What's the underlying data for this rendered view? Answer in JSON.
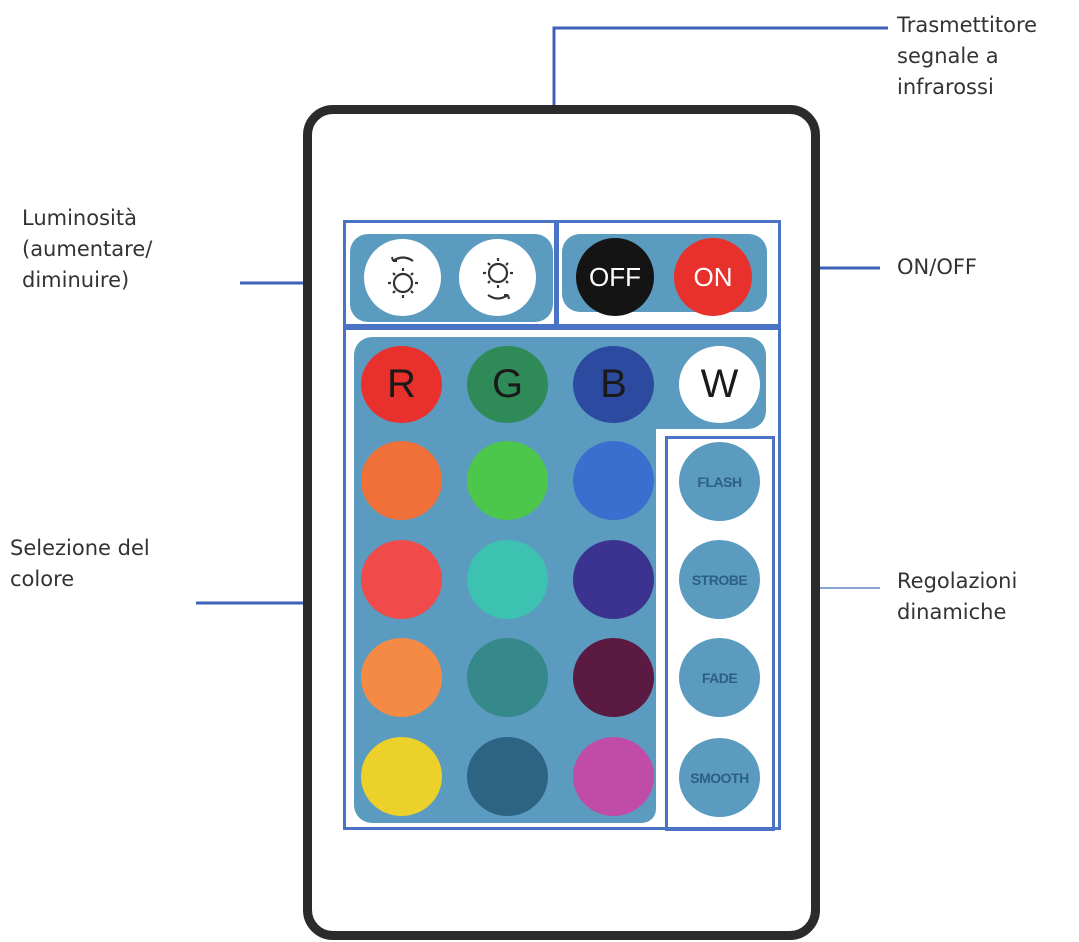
{
  "callouts": {
    "infrared": [
      "Trasmettitore",
      "segnale a",
      "infrarossi"
    ],
    "brightness": [
      "Luminosità",
      "(aumentare/",
      "diminuire)"
    ],
    "power": [
      "ON/OFF"
    ],
    "color": [
      "Selezione del",
      "colore"
    ],
    "dynamic": [
      "Regolazioni",
      "dinamiche"
    ]
  },
  "buttons": {
    "brightness": [
      "brightness-up-icon",
      "brightness-down-icon"
    ],
    "off_label": "OFF",
    "on_label": "ON",
    "rgbw": [
      {
        "label": "R",
        "color": "#e8312c"
      },
      {
        "label": "G",
        "color": "#2e8b57"
      },
      {
        "label": "B",
        "color": "#2b4aa0"
      },
      {
        "label": "W",
        "color": "#ffffff"
      }
    ],
    "color_grid": [
      [
        "#f0703a",
        "#4cc74c",
        "#3a6fd0"
      ],
      [
        "#f04a4a",
        "#3dc1b0",
        "#3b338f"
      ],
      [
        "#f58a45",
        "#35898a",
        "#5a1a42"
      ],
      [
        "#ecd12a",
        "#2d6383",
        "#c04ca8"
      ]
    ],
    "dynamic": [
      "FLASH",
      "STROBE",
      "FADE",
      "SMOOTH"
    ]
  },
  "colors": {
    "panel": "#5b9bc0",
    "highlight": "#4a73c6",
    "leader": "#3f62b8",
    "off_button": "#141414",
    "on_button": "#e8312c"
  }
}
